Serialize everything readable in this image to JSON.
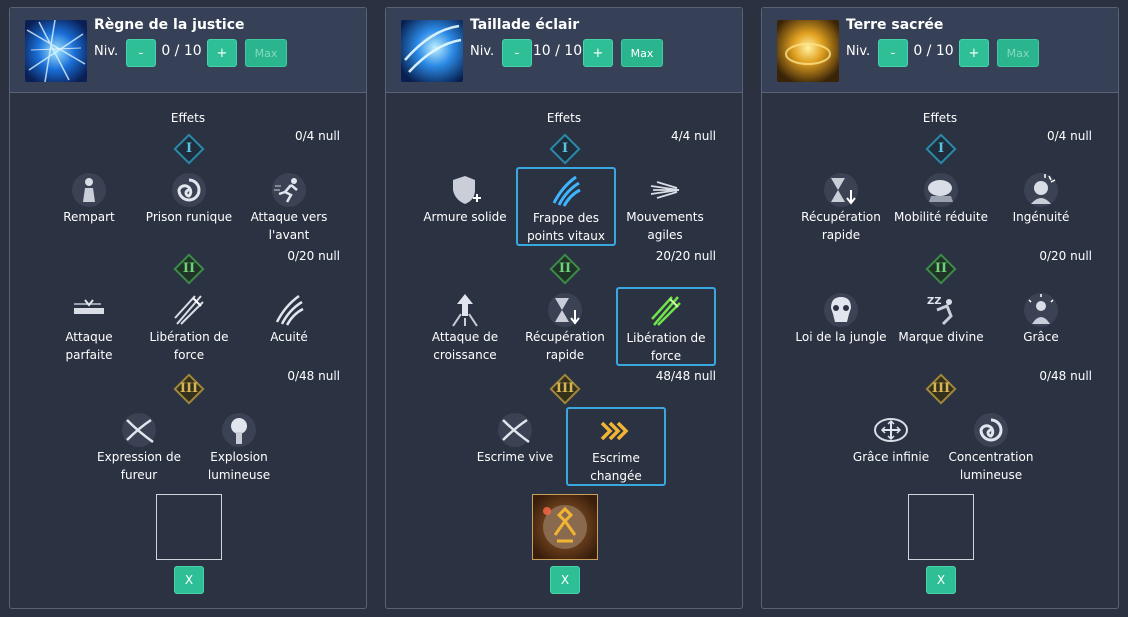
{
  "colors": {
    "accent": "#2fbf96",
    "selected_border": "#3aa8e0",
    "background": "#2b3140"
  },
  "panels": [
    {
      "title": "Règne de la justice",
      "niv_label": "Niv.",
      "minus": "-",
      "plus": "+",
      "max": "Max",
      "level": "0 / 10",
      "effects_label": "Effets",
      "tiers": [
        {
          "numeral": "I",
          "count": "0/4 null",
          "effects": [
            {
              "label": "Rempart",
              "icon": "human-figure-icon"
            },
            {
              "label": "Prison runique",
              "icon": "swirl-icon"
            },
            {
              "label": "Attaque vers l'avant",
              "icon": "dash-figure-icon"
            }
          ]
        },
        {
          "numeral": "II",
          "count": "0/20 null",
          "effects": [
            {
              "label": "Attaque parfaite",
              "icon": "blade-icon"
            },
            {
              "label": "Libération de force",
              "icon": "sword-slash-icon"
            },
            {
              "label": "Acuité",
              "icon": "claw-icon"
            }
          ]
        },
        {
          "numeral": "III",
          "count": "0/48 null",
          "effects": [
            {
              "label": "Expression de fureur",
              "icon": "cross-slash-icon"
            },
            {
              "label": "Explosion lumineuse",
              "icon": "explosion-icon"
            }
          ]
        }
      ],
      "remove": "X"
    },
    {
      "title": "Taillade éclair",
      "niv_label": "Niv.",
      "minus": "-",
      "plus": "+",
      "max": "Max",
      "level": "10 / 10",
      "effects_label": "Effets",
      "tiers": [
        {
          "numeral": "I",
          "count": "4/4 null",
          "effects": [
            {
              "label": "Armure solide",
              "icon": "shield-plus-icon"
            },
            {
              "label": "Frappe des points vitaux",
              "icon": "blue-claw-icon",
              "selected": true
            },
            {
              "label": "Mouvements agiles",
              "icon": "speed-lines-icon"
            }
          ]
        },
        {
          "numeral": "II",
          "count": "20/20 null",
          "effects": [
            {
              "label": "Attaque de croissance",
              "icon": "arrow-burst-icon"
            },
            {
              "label": "Récupération rapide",
              "icon": "hourglass-down-icon"
            },
            {
              "label": "Libération de force",
              "icon": "green-slash-icon",
              "selected": true
            }
          ]
        },
        {
          "numeral": "III",
          "count": "48/48 null",
          "effects": [
            {
              "label": "Escrime vive",
              "icon": "cross-slash-icon"
            },
            {
              "label": "Escrime changée",
              "icon": "gold-chevrons-icon",
              "selected": true
            }
          ]
        }
      ],
      "remove": "X"
    },
    {
      "title": "Terre sacrée",
      "niv_label": "Niv.",
      "minus": "-",
      "plus": "+",
      "max": "Max",
      "level": "0 / 10",
      "effects_label": "Effets",
      "tiers": [
        {
          "numeral": "I",
          "count": "0/4 null",
          "effects": [
            {
              "label": "Récupération rapide",
              "icon": "hourglass-down-icon"
            },
            {
              "label": "Mobilité réduite",
              "icon": "turtle-icon"
            },
            {
              "label": "Ingénuité",
              "icon": "head-burst-icon"
            }
          ]
        },
        {
          "numeral": "II",
          "count": "0/20 null",
          "effects": [
            {
              "label": "Loi de la jungle",
              "icon": "skull-icon"
            },
            {
              "label": "Marque divine",
              "icon": "sleep-figure-icon"
            },
            {
              "label": "Grâce",
              "icon": "sparkle-figure-icon"
            }
          ]
        },
        {
          "numeral": "III",
          "count": "0/48 null",
          "effects": [
            {
              "label": "Grâce infinie",
              "icon": "compass-arrows-icon"
            },
            {
              "label": "Concentration lumineuse",
              "icon": "swirl-icon"
            }
          ]
        }
      ],
      "remove": "X"
    }
  ]
}
